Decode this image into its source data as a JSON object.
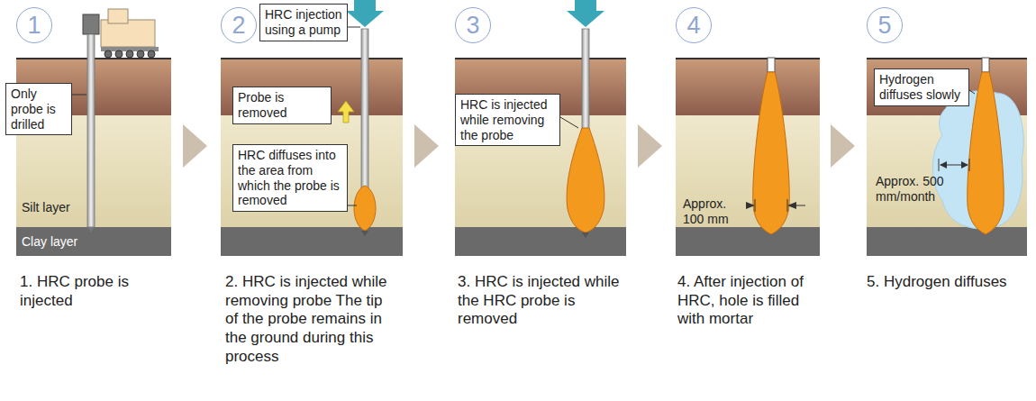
{
  "diagram": {
    "nodes": [
      {
        "text": [
          "1"
        ]
      },
      {
        "text": [
          "Only probe is drilled"
        ]
      },
      {
        "text": [
          "2"
        ]
      },
      {
        "text": [
          "HRC injection using a pump"
        ]
      },
      {
        "text": [
          "Probe is removed"
        ]
      },
      {
        "text": [
          "HRC diffuses into the area from which the probe is removed"
        ]
      },
      {
        "text": [
          "3"
        ]
      },
      {
        "text": [
          "HRC is injected while removing the probe"
        ]
      },
      {
        "text": [
          "4"
        ]
      },
      {
        "text": [
          "5"
        ]
      },
      {
        "text": [
          "Hydrogen diffuses slowly"
        ]
      }
    ],
    "labels": [
      "Silt layer",
      "Clay layer",
      "1. HRC probe is injected",
      "2. HRC is injected while removing probe The tip of the probe remains in the ground during this process",
      "3. HRC is injected while the HRC probe is removed",
      "Approx. 100 mm",
      "4. After injection of HRC, hole is filled with mortar",
      "Approx. 500 mm/month",
      "5. Hydrogen diffuses"
    ]
  }
}
